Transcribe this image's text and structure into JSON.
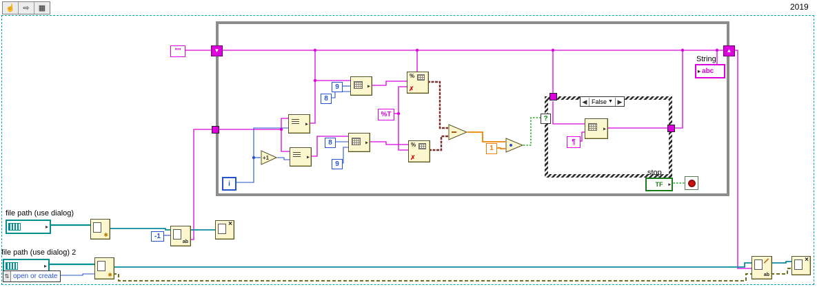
{
  "colors": {
    "c-string": "#DC00DC",
    "c-int": "#2353CE",
    "c-float": "#F08000",
    "c-bool": "#009C00",
    "c-path": "#008E8E",
    "c-refnum": "#0A8AA0",
    "c-error": "#70701A",
    "c-time": "#7D2F2F",
    "node-bg": "#FCF7CE",
    "frame": "#00A8A8",
    "loop-border": "#8C8C8C"
  },
  "window": {
    "year": "2019"
  },
  "toolbar": {
    "hand": "☝",
    "arrow": "⇨",
    "palette": "▦"
  },
  "loop": {
    "iterator": "i",
    "increment": "+1",
    "shift_left": "▼",
    "shift_right": "▲",
    "empty_string": "\"\"",
    "const_9a": "9",
    "const_8a": "8",
    "const_8b": "8",
    "const_9b": "9",
    "format_t": "%T",
    "const_1": "1",
    "indicator": {
      "label": "String",
      "glyph": "abc",
      "arrow": "▸"
    },
    "stop": {
      "label": "stop",
      "tf": "TF",
      "arrow": "▸"
    }
  },
  "case": {
    "label": "False",
    "prev": "◀",
    "next": "▶",
    "drop": "▼",
    "selector": "?",
    "linefeed": "¶"
  },
  "files": {
    "label1": "file path (use dialog)",
    "label2": "file path (use dialog) 2",
    "minus_one": "-1",
    "enum_value": "open or create",
    "enum_arrows": "⇅"
  },
  "glyphs": {
    "percent": "%",
    "scan_x": "✗",
    "ab": "ab",
    "close_x": "×",
    "star": "✱",
    "pick_arrow": "▸",
    "ctl_arrow": "▸"
  }
}
